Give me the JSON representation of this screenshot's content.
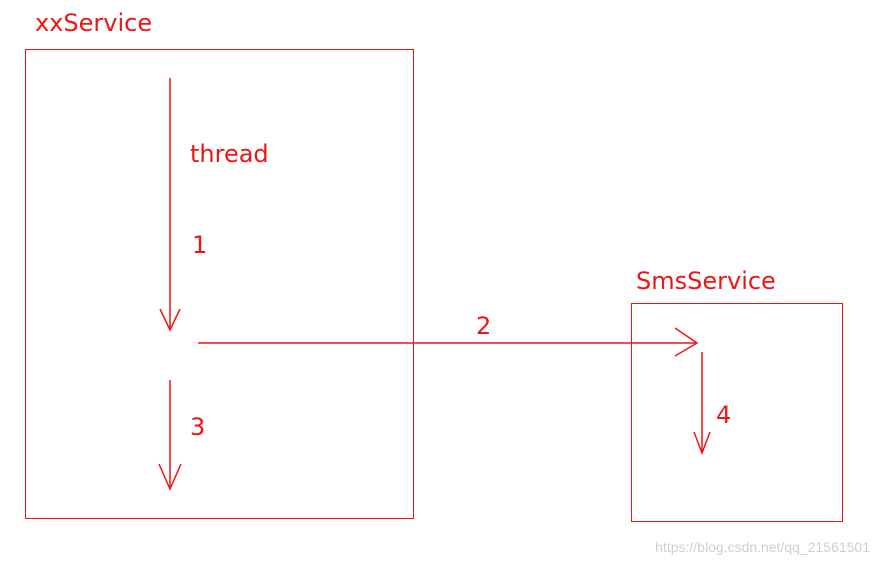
{
  "labels": {
    "service_a": "xxService",
    "thread": "thread",
    "step1": "1",
    "step2": "2",
    "step3": "3",
    "service_b": "SmsService",
    "step4": "4"
  },
  "watermark": "https://blog.csdn.net/qq_21561501",
  "colors": {
    "ink": "#f01414",
    "watermark": "#cfcfcf",
    "background": "#ffffff"
  }
}
